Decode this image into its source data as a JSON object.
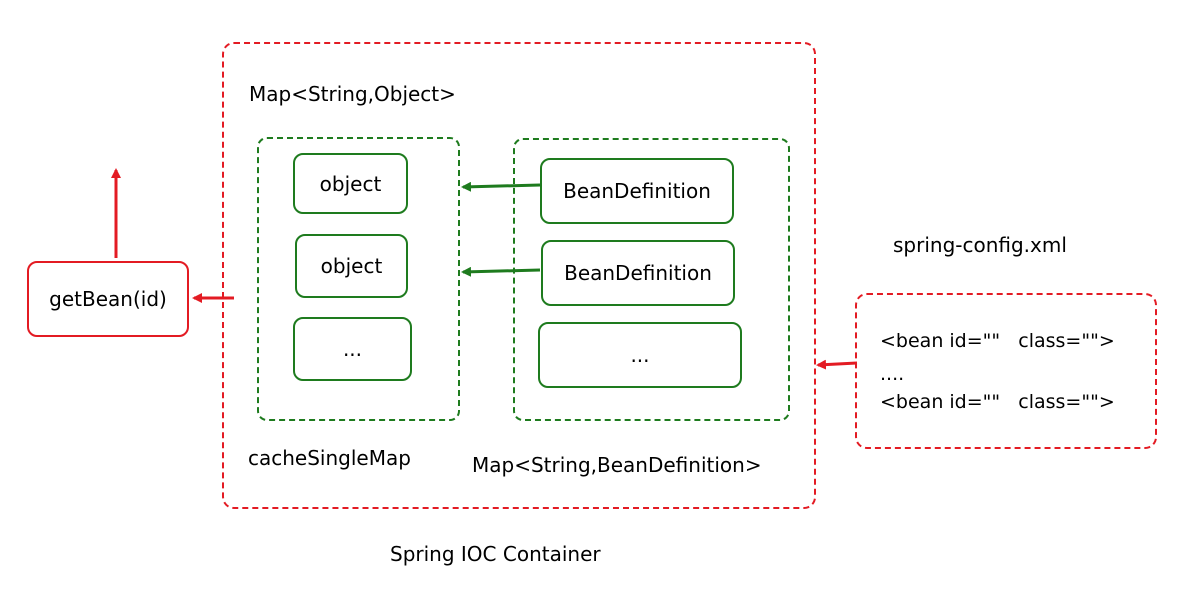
{
  "diagram": {
    "container_title": "Spring IOC Container",
    "container_map_label": "Map<String,Object>",
    "cache_group": {
      "label": "cacheSingleMap",
      "items": [
        "object",
        "object",
        "..."
      ]
    },
    "bean_group": {
      "label": "Map<String,BeanDefinition>",
      "items": [
        "BeanDefinition",
        "BeanDefinition",
        "..."
      ]
    },
    "get_bean": "getBean(id)",
    "config": {
      "file_label": "spring-config.xml",
      "lines": [
        "<bean id=\"\"   class=\"\">",
        "....",
        "<bean id=\"\"   class=\"\">"
      ]
    },
    "colors": {
      "red": "#e31b23",
      "green": "#1e7b1e"
    }
  }
}
